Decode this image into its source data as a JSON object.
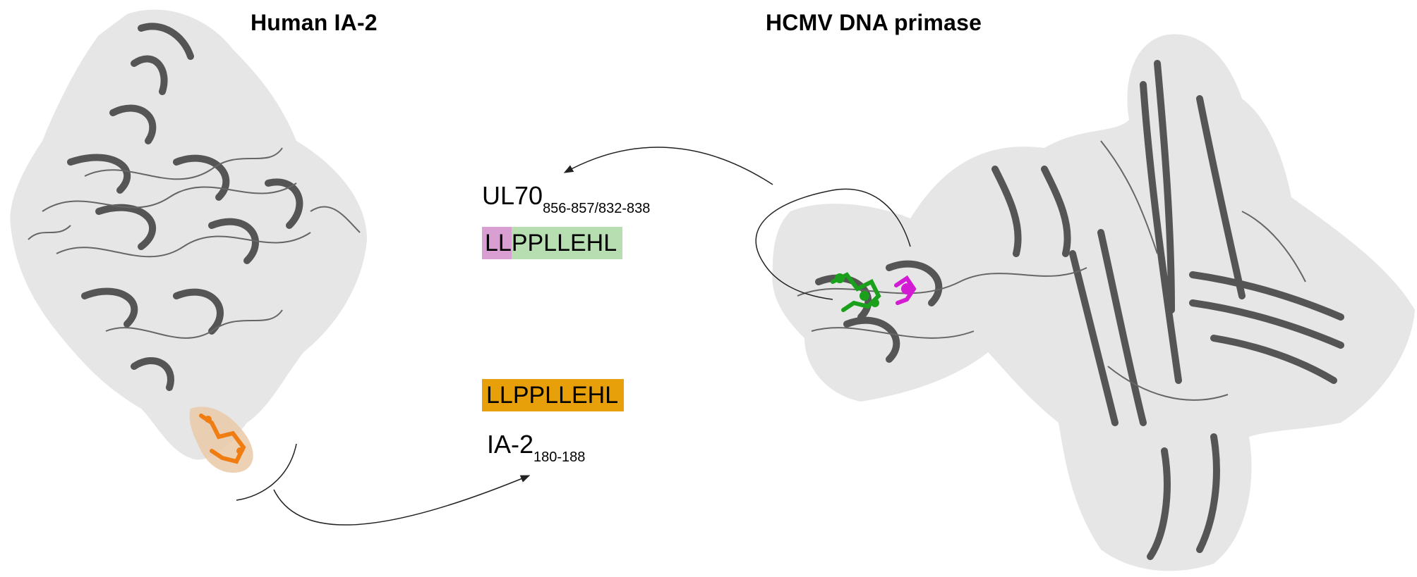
{
  "titles": {
    "left": "Human IA-2",
    "right": "HCMV DNA primase"
  },
  "ul70": {
    "name": "UL70",
    "subscript": "856-857/832-838",
    "seq_part1": "LL",
    "seq_part2": "PPLLEHL"
  },
  "ia2": {
    "seq": "LLPPLLEHL",
    "name": "IA-2",
    "subscript": "180-188"
  },
  "colors": {
    "protein_cartoon": "#555555",
    "surface": "#d9d9d9",
    "ia2_highlight": "#e8a00a",
    "ia2_residues": "#ef7d12",
    "ul70_ll": "#d99fd2",
    "ul70_rest": "#b6deb0",
    "green_residues": "#1aa01a",
    "magenta_residues": "#d21bd2"
  }
}
